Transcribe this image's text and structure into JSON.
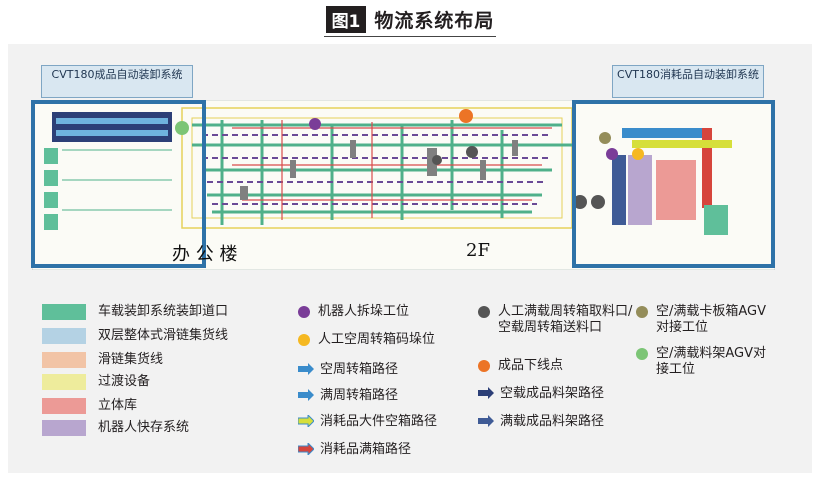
{
  "title": {
    "figure_tag": "图1",
    "text": "物流系统布局"
  },
  "callouts": {
    "left": "CVT180成品自动装卸系统",
    "right": "CVT180消耗品自动装卸系统"
  },
  "floor_labels": {
    "office": "办 公 楼",
    "floor": "2F"
  },
  "legend": {
    "swatches": [
      {
        "label": "车载装卸系统装卸道口",
        "color": "#5fbf9a"
      },
      {
        "label": "双层整体式滑链集货线",
        "color": "#b4d2e4"
      },
      {
        "label": "滑链集货线",
        "color": "#f2c4a6"
      },
      {
        "label": "过渡设备",
        "color": "#eeec9c"
      },
      {
        "label": "立体库",
        "color": "#ec9a96"
      },
      {
        "label": "机器人快存系统",
        "color": "#b8a6cf"
      }
    ],
    "points": [
      {
        "label": "机器人拆垛工位",
        "color": "#7a3d98"
      },
      {
        "label": "人工空周转箱码垛位",
        "color": "#f5b821"
      },
      {
        "label": "人工满载周转箱取料口/空载周转箱送料口",
        "color": "#555555"
      },
      {
        "label": "成品下线点",
        "color": "#ec7426"
      },
      {
        "label": "空/满载卡板箱AGV对接工位",
        "color": "#948d5a"
      },
      {
        "label": "空/满载料架AGV对接工位",
        "color": "#7cc576"
      }
    ],
    "arrows": [
      {
        "label": "空周转箱路径",
        "color": "#3a8ccb"
      },
      {
        "label": "满周转箱路径",
        "color": "#3a8ccb"
      },
      {
        "label": "消耗品大件空箱路径",
        "color": "#d6df3a"
      },
      {
        "label": "消耗品满箱路径",
        "color": "#d6453c"
      },
      {
        "label": "空载成品料架路径",
        "color": "#2c3f77"
      },
      {
        "label": "满载成品料架路径",
        "color": "#3f5b96"
      }
    ]
  },
  "colors": {
    "system_box": "#2e72a8",
    "callout_fill": "#d9e7f1"
  }
}
